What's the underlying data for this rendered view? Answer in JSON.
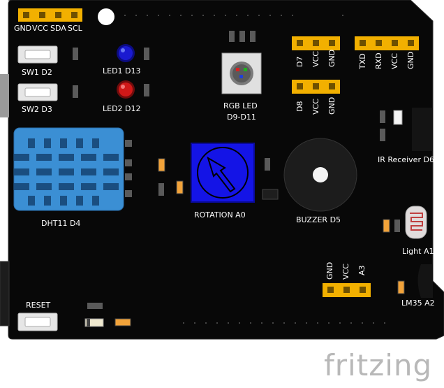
{
  "header_pins": {
    "gnd": "GND",
    "vcc": "VCC",
    "sda": "SDA",
    "scl": "SCL"
  },
  "switches": {
    "sw1": "SW1 D2",
    "sw2": "SW2 D3",
    "reset": "RESET"
  },
  "leds": {
    "led1": "LED1 D13",
    "led2": "LED2 D12",
    "led1_color": "#1a1ad0",
    "led2_color": "#d01818"
  },
  "rgb_led": {
    "line1": "RGB LED",
    "line2": "D9-D11"
  },
  "d7_header": {
    "p1": "D7",
    "p2": "VCC",
    "p3": "GND"
  },
  "d8_header": {
    "p1": "D8",
    "p2": "VCC",
    "p3": "GND"
  },
  "serial_header": {
    "p1": "TXD",
    "p2": "RXD",
    "p3": "VCC",
    "p4": "GND"
  },
  "analog_header": {
    "p1": "GND",
    "p2": "VCC",
    "p3": "A3"
  },
  "sensors": {
    "dht11": "DHT11 D4",
    "rotation": "ROTATION A0",
    "buzzer": "BUZZER D5",
    "ir": "IR Receiver D6",
    "light": "Light A1",
    "lm35": "LM35 A2"
  },
  "brand": "fritzing",
  "colors": {
    "board": "#080808",
    "pin_yellow": "#f2b000",
    "dht_blue": "#3b8fd4",
    "pot_blue": "#1414e6",
    "brand_gray": "#b8b8b8"
  }
}
